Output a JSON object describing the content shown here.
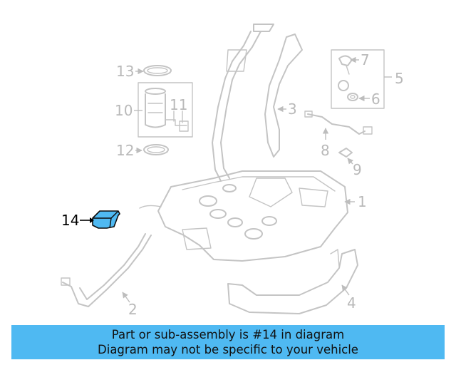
{
  "callouts": {
    "n1": "1",
    "n2": "2",
    "n3": "3",
    "n4": "4",
    "n5": "5",
    "n6": "6",
    "n7": "7",
    "n8": "8",
    "n9": "9",
    "n10": "10",
    "n11": "11",
    "n12": "12",
    "n13": "13",
    "n14": "14"
  },
  "highlight": {
    "part_number": "14",
    "color": "#4fb9f2"
  },
  "banner": {
    "line1": "Part or sub-assembly is #14 in diagram",
    "line2": "Diagram may not be specific to your vehicle"
  }
}
